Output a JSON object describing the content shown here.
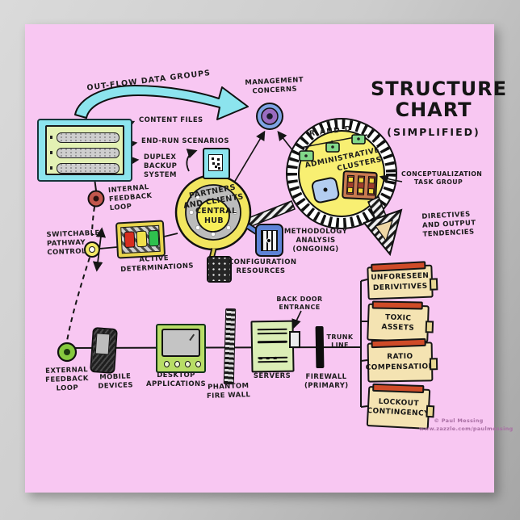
{
  "poster": {
    "title": "STRUCTURE\nCHART",
    "subtitle": "(SIMPLIFIED)",
    "credit_line1": "© Paul Messing",
    "credit_line2": "www.zazzle.com/paulmessing"
  },
  "labels": {
    "outflow": "OUT-FLOW DATA GROUPS",
    "content_files": "CONTENT FILES",
    "end_run_scenarios": "END-RUN SCENARIOS",
    "duplex_backup": "DUPLEX\nBACKUP\nSYSTEM",
    "internal_feedback": "INTERNAL\nFEEDBACK\nLOOP",
    "switchable_pathway": "SWITCHABLE\nPATHWAY\nCONTROL",
    "active_determinations": "ACTIVE\nDETERMINATIONS",
    "partners_line1": "PARTNERS",
    "partners_line2": "AND CLIENTS",
    "central_hub": "CENTRAL\nHUB",
    "management_concerns": "MANAGEMENT\nCONCERNS",
    "r_and_d": "R AND D",
    "admin_clusters": "ADMINISTRATIVE\nCLUSTERS",
    "conceptualization": "CONCEPTUALIZATION\nTASK GROUP",
    "directives": "DIRECTIVES\nAND OUTPUT\nTENDENCIES",
    "methodology": "METHODOLOGY\nANALYSIS\n(ONGOING)",
    "configuration": "CONFIGURATION\nRESOURCES",
    "external_feedback": "EXTERNAL\nFEEDBACK\nLOOP",
    "mobile_devices": "MOBILE\nDEVICES",
    "desktop_applications": "DESKTOP\nAPPLICATIONS",
    "phantom_firewall": "PHANTOM\nFIRE WALL",
    "servers": "SERVERS",
    "back_door": "BACK DOOR\nENTRANCE",
    "firewall_primary": "FIREWALL\n(PRIMARY)",
    "trunk_line": "TRUNK\nLINE",
    "outputs": [
      "UNFORESEEN\nDERIVITIVES",
      "TOXIC\nASSETS",
      "RATIO\nCOMPENSATION",
      "LOCKOUT\nCONTINGENCY"
    ]
  },
  "colors": {
    "poster_pink": "#f8c7f2",
    "cyan": "#8ce4ee",
    "hub_yellow": "#f2e65f",
    "circle_yellow": "#f8ef72",
    "panel_green": "#e3f1b4",
    "monitor_green": "#b8dd66",
    "output_tan": "#f4e3b2",
    "output_red_bar": "#cf4b28",
    "light_red": "#d62e20",
    "light_yellow": "#f0e04c",
    "light_green": "#2fc14e",
    "management_blue": "#7ea3e4",
    "management_purple": "#9a6cc0",
    "methodology_blue": "#5d83d6",
    "ink": "#1c1c1c"
  }
}
